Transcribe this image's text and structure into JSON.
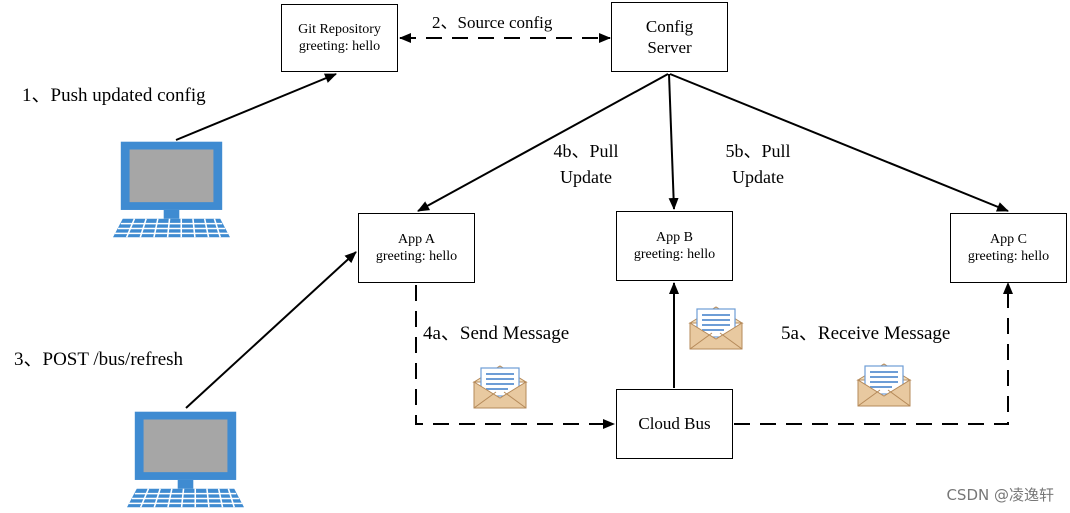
{
  "nodes": {
    "git_repo": {
      "title": "Git Repository",
      "content": "greeting: hello"
    },
    "config_server": {
      "line1": "Config",
      "line2": "Server"
    },
    "app_a": {
      "title": "App A",
      "content": "greeting: hello"
    },
    "app_b": {
      "title": "App B",
      "content": "greeting: hello"
    },
    "app_c": {
      "title": "App C",
      "content": "greeting: hello"
    },
    "cloud_bus": {
      "title": "Cloud Bus"
    }
  },
  "labels": {
    "push_config": "1、Push updated config",
    "source_config": "2、Source config",
    "post_refresh": "3、POST  /bus/refresh",
    "send_message": "4a、Send Message",
    "pull_update_4b": {
      "line1": "4b、Pull",
      "line2": "Update"
    },
    "receive_message": "5a、Receive Message",
    "pull_update_5b": {
      "line1": "5b、Pull",
      "line2": "Update"
    }
  },
  "watermark": "CSDN @凌逸轩",
  "icons": {
    "computer": "desktop-computer-icon",
    "envelope": "envelope-letter-icon"
  },
  "colors": {
    "computer_blue": "#3f8bd1",
    "screen_gray": "#a6a6a6",
    "envelope_tan": "#e8c9a0",
    "letter_blue": "#6d9dd6"
  }
}
